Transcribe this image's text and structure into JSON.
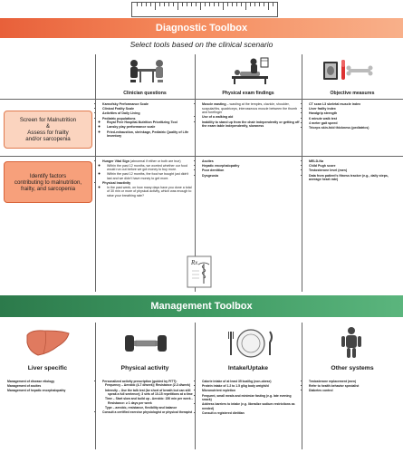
{
  "diagnostic": {
    "title": "Diagnostic Toolbox",
    "subtitle": "Select tools based on the clinical scenario",
    "columns": [
      "Clinician questions",
      "Physical exam findings",
      "Objective measures"
    ],
    "rows": [
      {
        "label_lines": [
          "Screen for Malnutrition",
          "&",
          "Assess for frailty",
          "and/or sarcopenia"
        ],
        "clinician": [
          {
            "text": "Karnofsky Performance Scale",
            "bold": true
          },
          {
            "text": "Clinical Frailty Scale",
            "bold": true
          },
          {
            "text": "Activities of Daily Living",
            "bold": true
          },
          {
            "text": "Pediatric populations",
            "bold": true,
            "sub": [
              "Royal Free Hospital-Nutrition Prioritizing Tool",
              "Lansky play performance scale",
              "Fried-exhaustion, shrinkage, Pediatric Quality of Life Inventory"
            ]
          }
        ],
        "exam": [
          {
            "lead": "Muscle wasting",
            "text": " – wasting at the temples, clavicle, shoulder, scapula/ribs, quadriceps, interosseous muscle between the thumb and forefinger"
          },
          {
            "lead": "Use of a walking aid",
            "text": ""
          },
          {
            "lead": "Inability to stand up from the chair independently or getting off the exam table independently, slowness",
            "text": ""
          }
        ],
        "objective": [
          "CT scan L3 skeletal muscle index",
          "Liver frailty index",
          "Handgrip strength",
          "6 minute walk test",
          "4 meter gait speed",
          "Triceps skin-fold thickness (pediatrics)"
        ]
      },
      {
        "label_lines": [
          "Identify factors",
          "contributing to malnutrition,",
          "frailty, and sarcopenia"
        ],
        "clinician": [
          {
            "text": "Hunger Vital Sign",
            "bold": true,
            "tail": " (abnormal if either or both are true)",
            "sub": [
              "Within the past 12 months, we worried whether our food would run out before we got money to buy more.",
              "Within the past 12 months, the food we bought just didn't last and we didn't have money to get more."
            ]
          },
          {
            "text": "Physical inactivity",
            "bold": true,
            "sub": [
              "In the past week, on how many days have you done a total of 30 min or more of physical activity, which was enough to raise your breathing rate?"
            ]
          }
        ],
        "exam": [
          {
            "lead": "Ascites",
            "text": ""
          },
          {
            "lead": "Hepatic encephalopathy",
            "text": ""
          },
          {
            "lead": "Poor dentition",
            "text": ""
          },
          {
            "lead": "Dysgeusia",
            "text": ""
          }
        ],
        "objective": [
          "MELD-Na",
          "Child Pugh score",
          "Testosterone level (men)",
          "Data from patient's fitness tracker (e.g., daily steps, average heart rate)"
        ]
      }
    ]
  },
  "rx_symbol": "Rx",
  "management": {
    "title": "Management Toolbox",
    "columns": [
      {
        "title": "Liver specific",
        "items": [
          {
            "text": "Management of disease etiology"
          },
          {
            "text": "Management of ascites"
          },
          {
            "text": "Management of hepatic encephalopathy"
          }
        ]
      },
      {
        "title": "Physical activity",
        "items": [
          {
            "text": "Personalized activity prescription (guided by FITT):",
            "sub": [
              "Frequency – Aerobic (4-7 d/week); Resistance (2-3 d/week)",
              "Intensity – Use the talk test (be short of breath but can still speak a full sentence); 3 sets of 10-15 repetitions at a time",
              "Time – Start slow and build up - Aerobic: 150 min per week - Resistance: ≥ 1 days per week",
              "Type – aerobic, resistance, flexibility and balance"
            ]
          },
          {
            "text": "Consult a certified exercise physiologist or physical therapist"
          }
        ]
      },
      {
        "title": "Intake/Uptake",
        "items": [
          {
            "text": "Calorie intake of at least 35 kcal/kg (non-obese)"
          },
          {
            "text": "Protein intake of 1.2 to 1.5 g/kg body weight/d"
          },
          {
            "text": "Micronutrient repletion"
          },
          {
            "text": "Frequent, small meals and minimize fasting (e.g. late evening snack)"
          },
          {
            "text": "Address barriers to intake (e.g. liberalize sodium restrictions as needed)"
          },
          {
            "text": "Consult a registered dietitian"
          }
        ]
      },
      {
        "title": "Other systems",
        "items": [
          {
            "text": "Testosterone replacement (men)"
          },
          {
            "text": "Refer to health behavior specialist"
          },
          {
            "text": "Diabetes control"
          }
        ]
      }
    ]
  },
  "colors": {
    "diagnostic": "#e8603a",
    "management": "#2c7a4b",
    "row_box": "#fbd4bf"
  }
}
